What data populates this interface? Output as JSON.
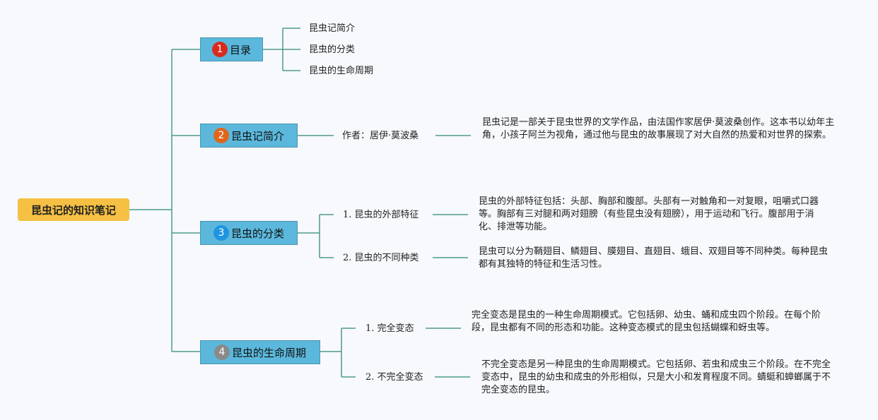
{
  "colors": {
    "background": "#f7f9fd",
    "connector": "#4f9a87",
    "root_fill": "#f5c043",
    "topic_fill": "#5bb8dc",
    "badge_1": "#d92a1e",
    "badge_2": "#e0661c",
    "badge_3": "#1f95e0",
    "badge_4": "#8a8a8a"
  },
  "root": {
    "label": "昆虫记的知识笔记"
  },
  "topics": [
    {
      "number": "1",
      "label": "目录",
      "children": [
        {
          "label": "昆虫记简介"
        },
        {
          "label": "昆虫的分类"
        },
        {
          "label": "昆虫的生命周期"
        }
      ]
    },
    {
      "number": "2",
      "label": "昆虫记简介",
      "children": [
        {
          "label": "作者：居伊·莫波桑",
          "detail": "昆虫记是一部关于昆虫世界的文学作品，由法国作家居伊·莫波桑创作。这本书以幼年主角，小孩子阿兰为视角，通过他与昆虫的故事展现了对大自然的热爱和对世界的探索。"
        }
      ]
    },
    {
      "number": "3",
      "label": "昆虫的分类",
      "children": [
        {
          "label": "1. 昆虫的外部特征",
          "detail": "昆虫的外部特征包括：头部、胸部和腹部。头部有一对触角和一对复眼，咀嚼式口器等。胸部有三对腿和两对翅膀（有些昆虫没有翅膀），用于运动和飞行。腹部用于消化、排泄等功能。"
        },
        {
          "label": "2. 昆虫的不同种类",
          "detail": "昆虫可以分为鞘翅目、鳞翅目、膜翅目、直翅目、蛾目、双翅目等不同种类。每种昆虫都有其独特的特征和生活习性。"
        }
      ]
    },
    {
      "number": "4",
      "label": "昆虫的生命周期",
      "children": [
        {
          "label": "1. 完全变态",
          "detail": "完全变态是昆虫的一种生命周期模式。它包括卵、幼虫、蛹和成虫四个阶段。在每个阶段，昆虫都有不同的形态和功能。这种变态模式的昆虫包括蝴蝶和蚜虫等。"
        },
        {
          "label": "2. 不完全变态",
          "detail": "不完全变态是另一种昆虫的生命周期模式。它包括卵、若虫和成虫三个阶段。在不完全变态中，昆虫的幼虫和成虫的外形相似，只是大小和发育程度不同。蜻蜓和蟑螂属于不完全变态的昆虫。"
        }
      ]
    }
  ]
}
